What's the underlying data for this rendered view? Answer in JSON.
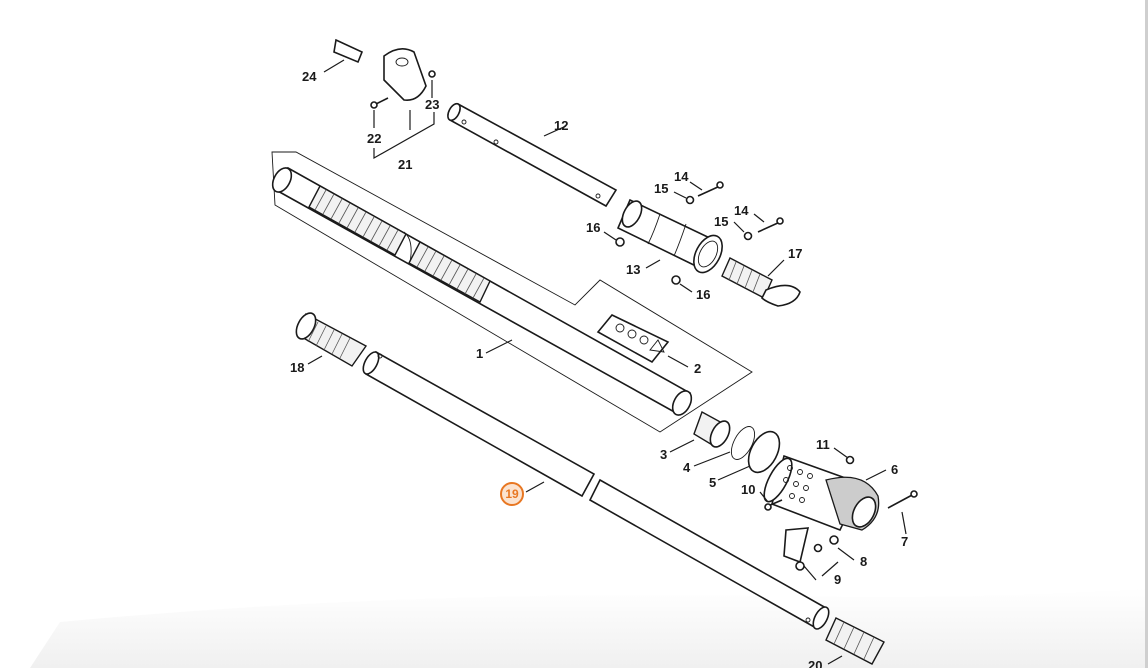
{
  "diagram": {
    "highlight": {
      "part": "19",
      "color": "#e87722"
    },
    "labels": {
      "p1": "1",
      "p2": "2",
      "p3": "3",
      "p4": "4",
      "p5": "5",
      "p6": "6",
      "p7": "7",
      "p8": "8",
      "p9": "9",
      "p10": "10",
      "p11": "11",
      "p12": "12",
      "p13": "13",
      "p14a": "14",
      "p14b": "14",
      "p15a": "15",
      "p15b": "15",
      "p16a": "16",
      "p16b": "16",
      "p17": "17",
      "p18": "18",
      "p19": "19",
      "p20": "20",
      "p21": "21",
      "p22": "22",
      "p23": "23",
      "p24": "24"
    }
  }
}
